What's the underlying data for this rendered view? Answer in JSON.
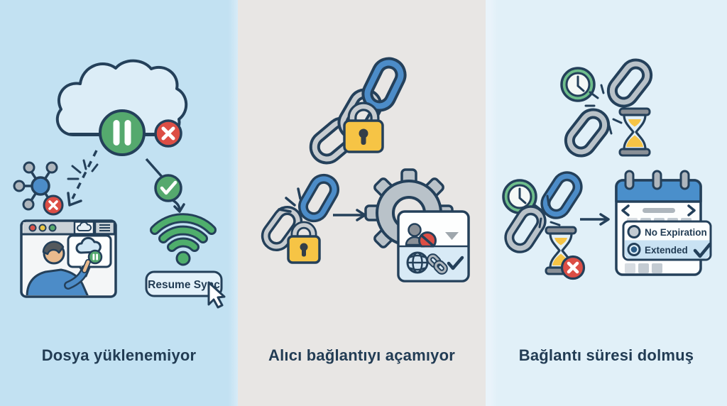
{
  "panels": [
    {
      "caption": "Dosya yüklenemiyor",
      "button_label": "Resume Sync"
    },
    {
      "caption": "Alıcı bağlantıyı açamıyor"
    },
    {
      "caption": "Bağlantı süresi dolmuş",
      "options": [
        {
          "label": "No Expiration",
          "selected": false
        },
        {
          "label": "Extended",
          "selected": true
        }
      ]
    }
  ],
  "icons": {
    "panel1": [
      "cloud",
      "pause",
      "error-x",
      "network-share",
      "click-starburst",
      "dashed-arrow",
      "check",
      "wifi",
      "resume-arrow",
      "browser-window",
      "user-person",
      "sync-popup",
      "cursor"
    ],
    "panel2": [
      "chain-link",
      "padlock",
      "broken-chain",
      "break-sparks",
      "arrow",
      "gear",
      "user-blocked",
      "dropdown-triangle",
      "globe",
      "link",
      "checkmark"
    ],
    "panel3": [
      "clock",
      "broken-chain",
      "hourglass",
      "break-sparks",
      "error-x",
      "arrow",
      "calendar",
      "radio-unselected",
      "radio-selected",
      "checkmark"
    ]
  },
  "colors": {
    "outline": "#24405A",
    "panel1_bg": "#C2E1F2",
    "panel2_bg": "#E8E6E4",
    "panel3_bg": "#E1F0F8",
    "green": "#55A96E",
    "wifi_green": "#4FAE6C",
    "red": "#DC4E45",
    "blue": "#4C8CC8",
    "yellow": "#F6C445",
    "chain_gray": "#BFC6CB",
    "calendar_header_blue": "#4A8FCB",
    "highlight_row_blue": "#C9E2F3",
    "caption_text": "#223C54"
  }
}
